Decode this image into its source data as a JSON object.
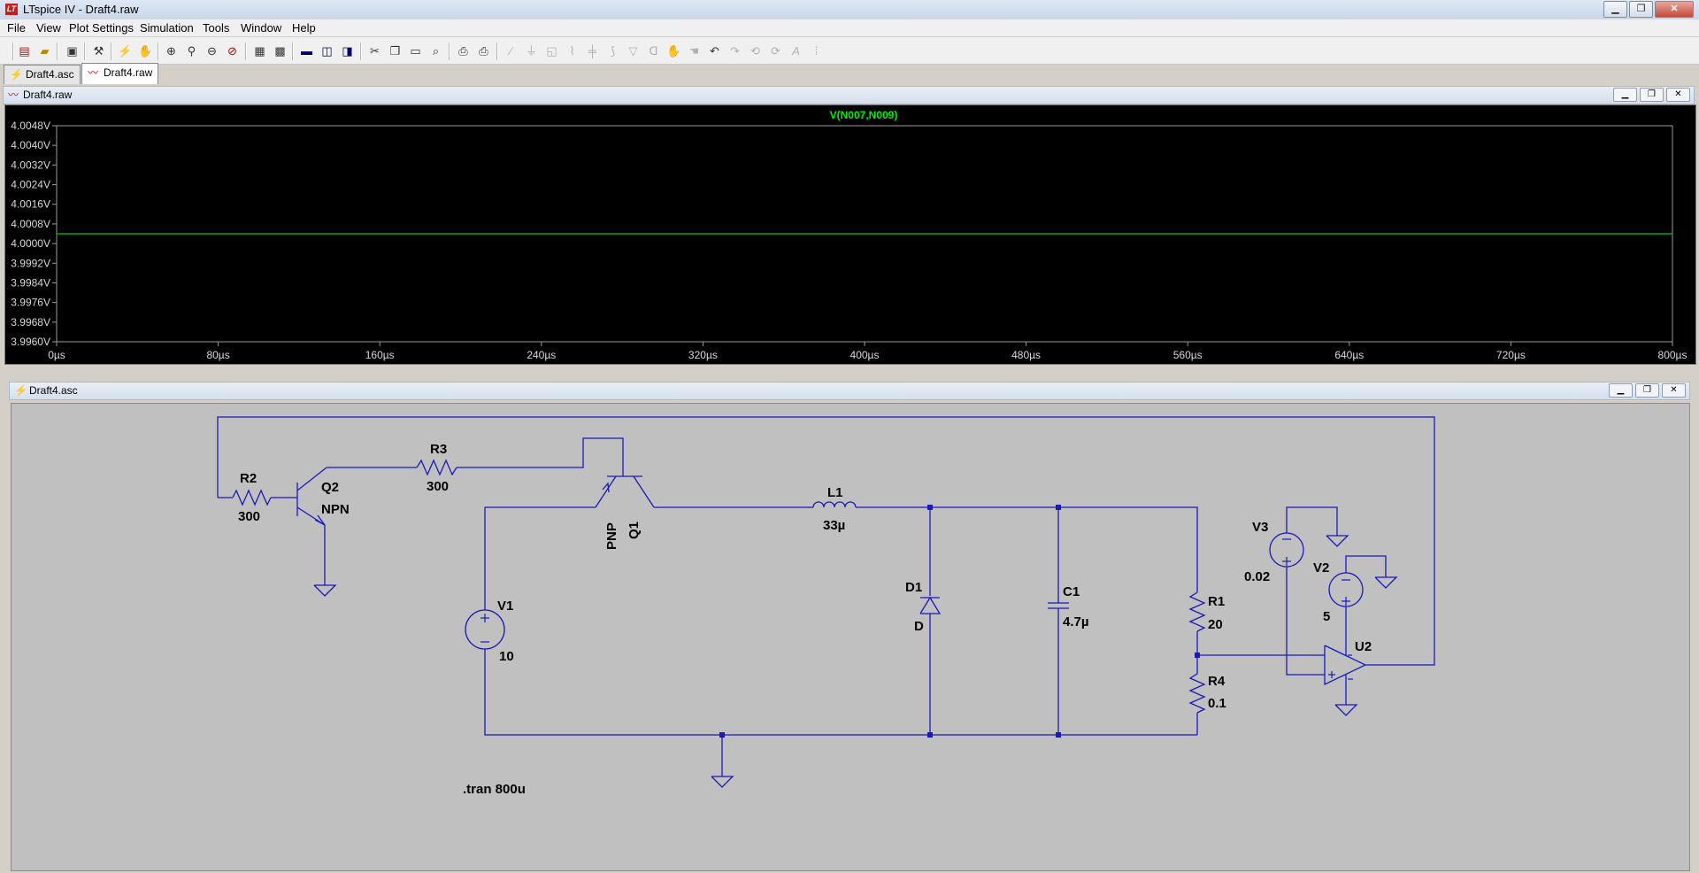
{
  "window": {
    "title": "LTspice IV - Draft4.raw"
  },
  "window_buttons": {
    "minimize": "▁",
    "restore": "❐",
    "close": "✕"
  },
  "menu": [
    "File",
    "View",
    "Plot Settings",
    "Simulation",
    "Tools",
    "Window",
    "Help"
  ],
  "tabs": [
    {
      "label": "Draft4.asc",
      "active": false
    },
    {
      "label": "Draft4.raw",
      "active": true
    }
  ],
  "plot_window": {
    "title": "Draft4.raw"
  },
  "schematic_window": {
    "title": "Draft4.asc"
  },
  "colors": {
    "plot_bg": "#000000",
    "trace": "#00aa00",
    "wire": "#0000cc",
    "schematic_bg": "#c0c0c0"
  },
  "chart_data": {
    "type": "line",
    "title": "V(N007,N009)",
    "xlabel": "",
    "ylabel": "",
    "xlim": [
      0,
      800
    ],
    "ylim": [
      3.996,
      4.0048
    ],
    "x_ticks": [
      "0µs",
      "80µs",
      "160µs",
      "240µs",
      "320µs",
      "400µs",
      "480µs",
      "560µs",
      "640µs",
      "720µs",
      "800µs"
    ],
    "y_ticks": [
      "4.0048V",
      "4.0040V",
      "4.0032V",
      "4.0024V",
      "4.0016V",
      "4.0008V",
      "4.0000V",
      "3.9992V",
      "3.9984V",
      "3.9976V",
      "3.9968V",
      "3.9960V"
    ],
    "series": [
      {
        "name": "V(N007,N009)",
        "x": [
          0,
          800
        ],
        "y": [
          4.0004,
          4.0004
        ]
      }
    ],
    "grid": false
  },
  "schematic": {
    "components": {
      "r2": {
        "ref": "R2",
        "value": "300"
      },
      "r3": {
        "ref": "R3",
        "value": "300"
      },
      "q2": {
        "ref": "Q2",
        "value": "NPN"
      },
      "q1": {
        "ref": "Q1",
        "value": "PNP"
      },
      "l1": {
        "ref": "L1",
        "value": "33µ"
      },
      "d1": {
        "ref": "D1",
        "value": "D"
      },
      "c1": {
        "ref": "C1",
        "value": "4.7µ"
      },
      "r1": {
        "ref": "R1",
        "value": "20"
      },
      "r4": {
        "ref": "R4",
        "value": "0.1"
      },
      "v1": {
        "ref": "V1",
        "value": "10"
      },
      "v3": {
        "ref": "V3",
        "value": "0.02"
      },
      "v2": {
        "ref": "V2",
        "value": "5"
      },
      "u2": {
        "ref": "U2"
      }
    },
    "directive": ".tran 800u"
  }
}
